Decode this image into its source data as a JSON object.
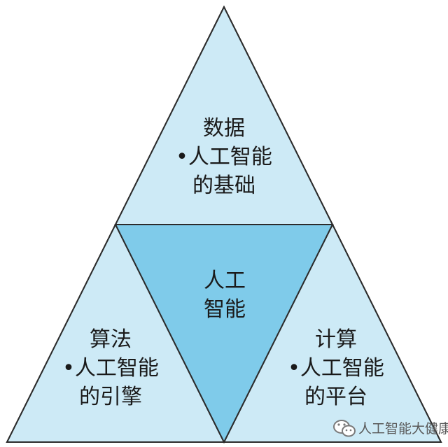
{
  "colors": {
    "outer_fill": "#cdeaf6",
    "center_fill": "#7fcbea",
    "stroke": "#2b2b2b"
  },
  "top": {
    "title": "数据",
    "line1": "•人工智能",
    "line2": "的基础"
  },
  "center": {
    "line1": "人工",
    "line2": "智能"
  },
  "left": {
    "title": "算法",
    "line1": "•人工智能",
    "line2": "的引擎"
  },
  "right": {
    "title": "计算",
    "line1": "•人工智能",
    "line2": "的平台"
  },
  "watermark": {
    "text": "人工智能大健康",
    "icon": "wechat-icon"
  }
}
